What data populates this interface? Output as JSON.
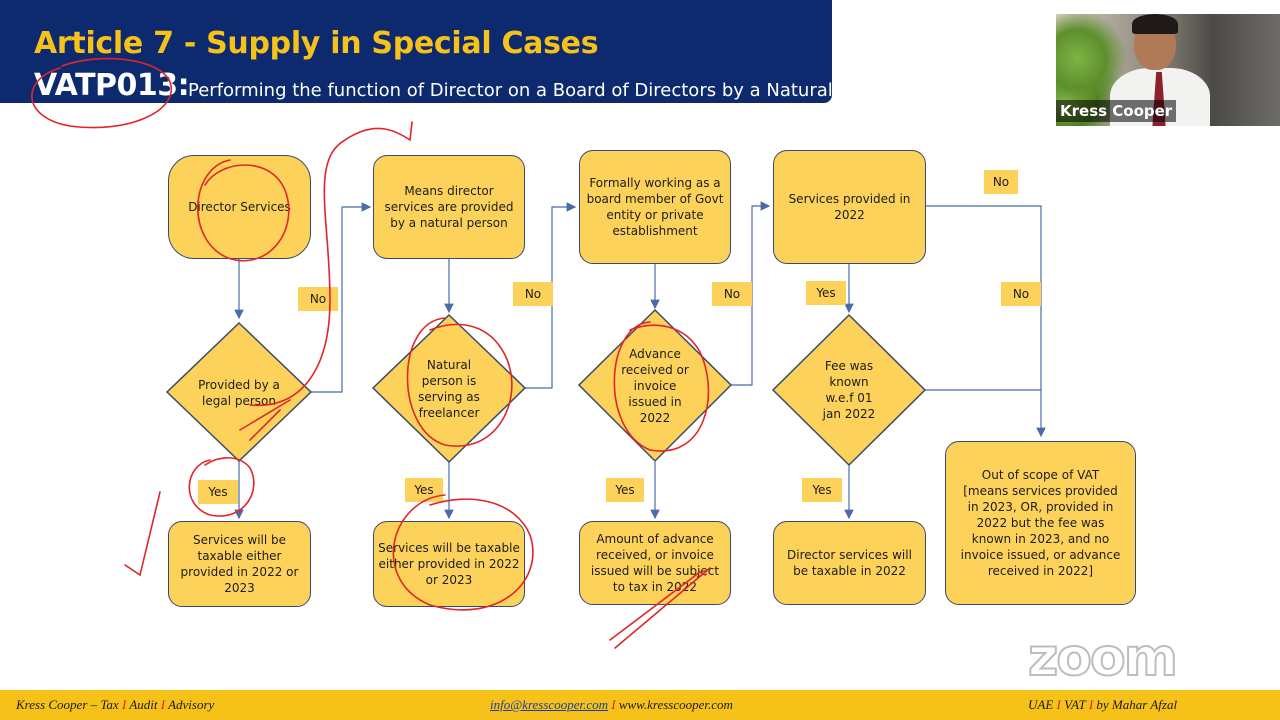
{
  "header": {
    "title": "Article 7 - Supply in Special Cases",
    "code": "VATP013:",
    "subtitle": "Performing the function of Director on a Board of Directors by a Natural"
  },
  "presenter": {
    "name": "Kress Cooper"
  },
  "flowchart": {
    "start": "Director Services",
    "means_director": "Means director services are provided by a natural person",
    "formally_working": "Formally working as a board member of Govt entity or private establishment",
    "services_2022": "Services provided in 2022",
    "decision_legal": "Provided by a legal person",
    "decision_freelancer": "Natural person is serving as freelancer",
    "decision_advance": "Advance received or invoice issued in 2022",
    "decision_fee": "Fee was known w.e.f 01 jan 2022",
    "outcome_1": "Services will be taxable either provided in 2022 or 2023",
    "outcome_2": "Services will be taxable either provided in 2022 or 2023",
    "outcome_3": "Amount of advance received, or invoice issued will be subject to tax in 2022",
    "outcome_4": "Director services will be taxable in 2022",
    "outcome_5": "Out of scope of VAT [means services provided in 2023, OR, provided in 2022 but the fee was known in 2023, and no invoice issued, or advance received in 2022]",
    "labels": {
      "yes": "Yes",
      "no": "No"
    }
  },
  "footer": {
    "left_1": "Kress Cooper – Tax",
    "sep": "I",
    "left_2": "Audit",
    "left_3": "Advisory",
    "email": "info@kresscooper.com",
    "web": "www.kresscooper.com",
    "right_1": "UAE",
    "right_2": "VAT",
    "right_3": "by Mahar Afzal"
  },
  "watermark": "zoom",
  "colors": {
    "header_bg": "#0e2a6e",
    "accent": "#f6c21a",
    "node_fill": "#fcd25a",
    "annotation": "#e0262b"
  }
}
